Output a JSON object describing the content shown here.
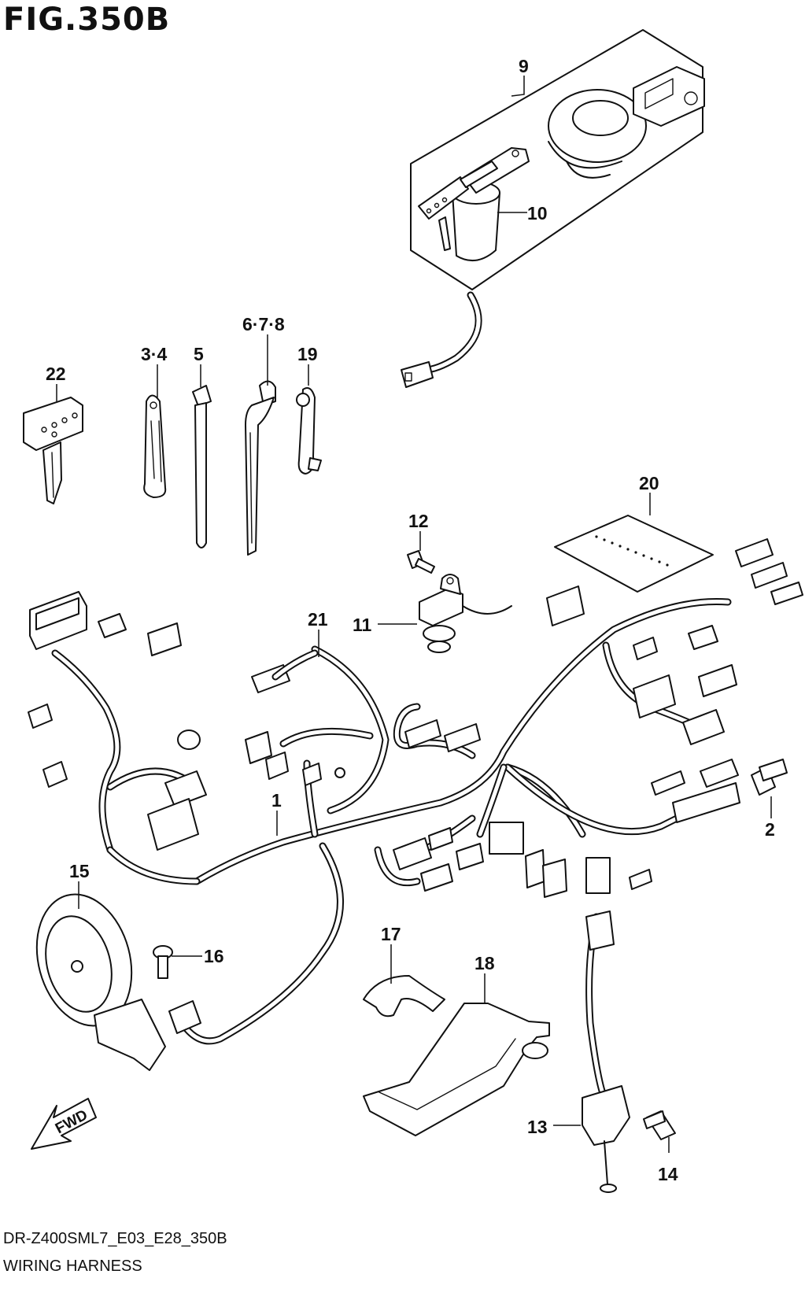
{
  "figure": {
    "title": "FIG.350B",
    "model_code": "DR-Z400SML7_E03_E28_350B",
    "section_name": "WIRING HARNESS",
    "direction_label": "FWD"
  },
  "callouts": [
    {
      "id": "1",
      "label": "1"
    },
    {
      "id": "2",
      "label": "2"
    },
    {
      "id": "3-4",
      "label": "3·4"
    },
    {
      "id": "5",
      "label": "5"
    },
    {
      "id": "6-7-8",
      "label": "6·7·8"
    },
    {
      "id": "9",
      "label": "9"
    },
    {
      "id": "10",
      "label": "10"
    },
    {
      "id": "11",
      "label": "11"
    },
    {
      "id": "12",
      "label": "12"
    },
    {
      "id": "13",
      "label": "13"
    },
    {
      "id": "14",
      "label": "14"
    },
    {
      "id": "15",
      "label": "15"
    },
    {
      "id": "16",
      "label": "16"
    },
    {
      "id": "17",
      "label": "17"
    },
    {
      "id": "18",
      "label": "18"
    },
    {
      "id": "19",
      "label": "19"
    },
    {
      "id": "20",
      "label": "20"
    },
    {
      "id": "21",
      "label": "21"
    },
    {
      "id": "22",
      "label": "22"
    }
  ],
  "icons": {
    "fwd_arrow": "fwd-arrow-icon"
  }
}
